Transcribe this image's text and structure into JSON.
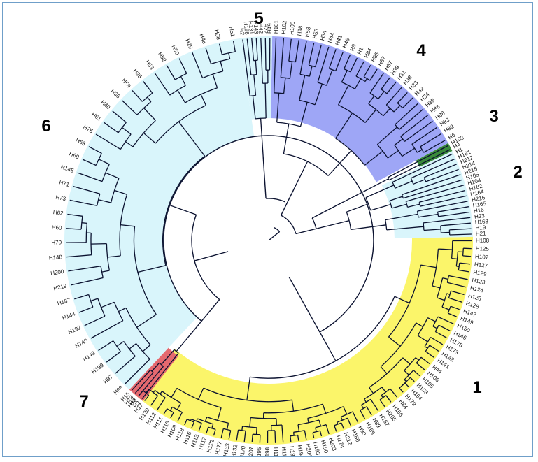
{
  "diagram": {
    "type": "circular-dendrogram",
    "colors": {
      "frame": "#6f9fc9",
      "branch": "#0b1230",
      "cluster_1": "#fbf56a",
      "cluster_2": "#d9f5fb",
      "cluster_3": "#3a8a3a",
      "cluster_4": "#9ea6f6",
      "cluster_5": "#d9f5fb",
      "cluster_6": "#d9f5fb",
      "cluster_7": "#e5696f"
    },
    "cluster_labels": [
      "1",
      "2",
      "3",
      "4",
      "5",
      "6",
      "7"
    ],
    "clusters": [
      {
        "label": "1",
        "leaves": [
          "H108",
          "H125",
          "H107",
          "H127",
          "H129",
          "H123",
          "H124",
          "H126",
          "H128",
          "H147",
          "H149",
          "H150",
          "H146",
          "H178",
          "H173",
          "H142",
          "H141",
          "H44",
          "H106",
          "H105",
          "H103",
          "H164",
          "H179",
          "H84",
          "H166",
          "H205",
          "H167",
          "H89",
          "H165",
          "H90",
          "H180",
          "H212",
          "H174",
          "H203",
          "H190",
          "H193",
          "H204",
          "H194",
          "H183",
          "H113",
          "H110",
          "H198",
          "H195",
          "H207",
          "H170",
          "H132",
          "H133",
          "H177",
          "H122",
          "H117",
          "H113",
          "H116",
          "H118",
          "H109",
          "H115",
          "H111",
          "H112",
          "H120",
          "H17",
          "H14"
        ]
      },
      {
        "label": "2",
        "leaves": [
          "H1",
          "H161",
          "H212",
          "H214",
          "H215",
          "H105",
          "H104",
          "H182",
          "H164",
          "H216",
          "H165",
          "H16",
          "H23",
          "H163",
          "H19",
          "H21"
        ]
      },
      {
        "label": "3",
        "leaves": [
          "H103",
          "H4"
        ]
      },
      {
        "label": "4",
        "leaves": [
          "H101",
          "H102",
          "H100",
          "H98",
          "H58",
          "H55",
          "H54",
          "H44",
          "H41",
          "H46",
          "H9",
          "H1",
          "H84",
          "H85",
          "H87",
          "H37",
          "H39",
          "H31",
          "H38",
          "H33",
          "H32",
          "H34",
          "H35",
          "H86",
          "H88",
          "H83",
          "H82",
          "H6"
        ]
      },
      {
        "label": "5",
        "leaves": [
          "H2",
          "H158",
          "H131",
          "H143",
          "H42",
          "H22",
          "H49"
        ]
      },
      {
        "label": "6",
        "leaves": [
          "H99",
          "H97",
          "H199",
          "H143",
          "H140",
          "H192",
          "H144",
          "H187",
          "H219",
          "H200",
          "H148",
          "H70",
          "H60",
          "H62",
          "H73",
          "H71",
          "H145",
          "H69",
          "H63",
          "H75",
          "H61",
          "H40",
          "H36",
          "H59",
          "H25",
          "H53",
          "H52",
          "H50",
          "H29",
          "H48",
          "H58",
          "H51"
        ]
      },
      {
        "label": "7",
        "leaves": [
          "H3",
          "H8",
          "H13",
          "H15"
        ]
      }
    ]
  }
}
